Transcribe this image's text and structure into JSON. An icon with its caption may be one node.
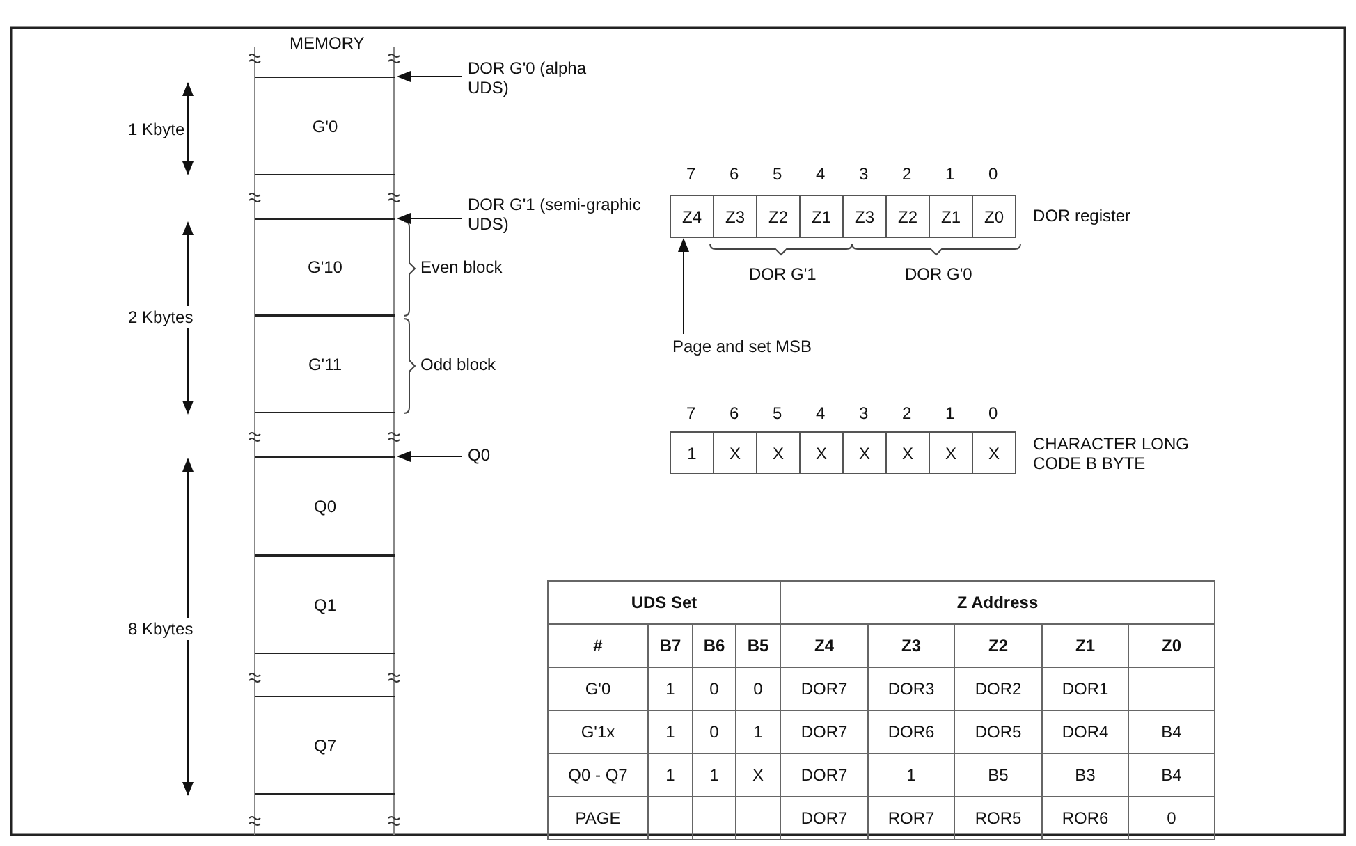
{
  "diagram": {
    "nodes": [
      {
        "text": [
          "G'0"
        ]
      },
      {
        "text": [
          "G'10"
        ]
      },
      {
        "text": [
          "G'11"
        ]
      },
      {
        "text": [
          "Q0"
        ]
      },
      {
        "text": [
          "Q1"
        ]
      },
      {
        "text": [
          "Q7"
        ]
      },
      {
        "text": [
          "DOR G'0 (alpha UDS)"
        ]
      },
      {
        "text": [
          "DOR G'1 (semi-graphic UDS)"
        ]
      },
      {
        "text": [
          "Q0"
        ]
      },
      {
        "text": [
          "Z4"
        ]
      },
      {
        "text": [
          "Z3"
        ]
      },
      {
        "text": [
          "Z2"
        ]
      },
      {
        "text": [
          "Z1"
        ]
      },
      {
        "text": [
          "Z3"
        ]
      },
      {
        "text": [
          "Z2"
        ]
      },
      {
        "text": [
          "Z1"
        ]
      },
      {
        "text": [
          "Z0"
        ]
      },
      {
        "text": [
          "Page and set MSB"
        ]
      },
      {
        "text": [
          "1"
        ]
      },
      {
        "text": [
          "X"
        ]
      },
      {
        "text": [
          "X"
        ]
      },
      {
        "text": [
          "X"
        ]
      },
      {
        "text": [
          "X"
        ]
      },
      {
        "text": [
          "X"
        ]
      },
      {
        "text": [
          "X"
        ]
      },
      {
        "text": [
          "X"
        ]
      }
    ],
    "edges": [
      {
        "from": 6,
        "to": 0,
        "arrow": "to"
      },
      {
        "from": 7,
        "to": 1,
        "arrow": "to"
      },
      {
        "from": 8,
        "to": 3,
        "arrow": "to"
      },
      {
        "from": 17,
        "to": 9,
        "arrow": "to"
      }
    ],
    "labels": [
      "MEMORY",
      "1 Kbyte",
      "Even block",
      "2 Kbytes",
      "Odd block",
      "8 Kbytes",
      "7",
      "6",
      "5",
      "4",
      "3",
      "2",
      "1",
      "0",
      "DOR register",
      "DOR G'1",
      "DOR G'0",
      "7",
      "6",
      "5",
      "4",
      "3",
      "2",
      "1",
      "0",
      "CHARACTER LONG CODE B BYTE",
      "UDS Set",
      "Z Address",
      "#",
      "B7",
      "B6",
      "B5",
      "Z4",
      "Z3",
      "Z2",
      "Z1",
      "Z0",
      "G'0",
      "1",
      "0",
      "0",
      "DOR7",
      "DOR3",
      "DOR2",
      "DOR1",
      "G'1x",
      "1",
      "0",
      "1",
      "DOR7",
      "DOR6",
      "DOR5",
      "DOR4",
      "B4",
      "Q0 - Q7",
      "1",
      "1",
      "X",
      "DOR7",
      "1",
      "B5",
      "B3",
      "B4",
      "PAGE",
      "DOR7",
      "ROR7",
      "ROR5",
      "ROR6",
      "0"
    ]
  }
}
